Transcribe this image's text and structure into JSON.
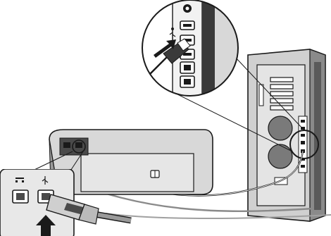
{
  "figure": {
    "subject": "printer-usb-connection",
    "zoom_detail": "computer-usb-port",
    "printer_detail": "printer-rear-ports"
  },
  "icons": {
    "usb": "usb-icon",
    "network": "network-icon",
    "arrow": "insert-arrow-icon"
  },
  "colors": {
    "outline": "#1a1a1a",
    "cable": "#7a7a7a",
    "printer_body": "#d8d8d8",
    "tower_body": "#d0d0d0",
    "dark_panel": "#4a4a4a",
    "background": "#ffffff"
  }
}
